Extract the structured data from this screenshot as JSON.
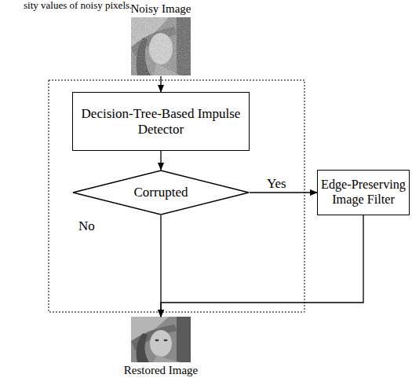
{
  "diagram": {
    "nodes": [
      {
        "text": [
          "Noisy Image"
        ]
      },
      {
        "text": [
          "Decision-Tree-Based Impulse Detector"
        ]
      },
      {
        "text": [
          "Corrupted"
        ]
      },
      {
        "text": [
          "Edge-Preserving Image Filter"
        ]
      },
      {
        "text": [
          "Restored Image"
        ]
      }
    ],
    "edges": [
      {
        "from": 0,
        "to": 1,
        "arrow": "to"
      },
      {
        "from": 1,
        "to": 2,
        "arrow": "to"
      },
      {
        "from": 2,
        "to": 3,
        "label": "Yes",
        "arrow": "to"
      },
      {
        "from": 2,
        "to": 4,
        "label": "No",
        "arrow": "to"
      },
      {
        "from": 3,
        "to": 4,
        "arrow": "to"
      }
    ],
    "labels": [
      "sity values of noisy pixels."
    ]
  }
}
